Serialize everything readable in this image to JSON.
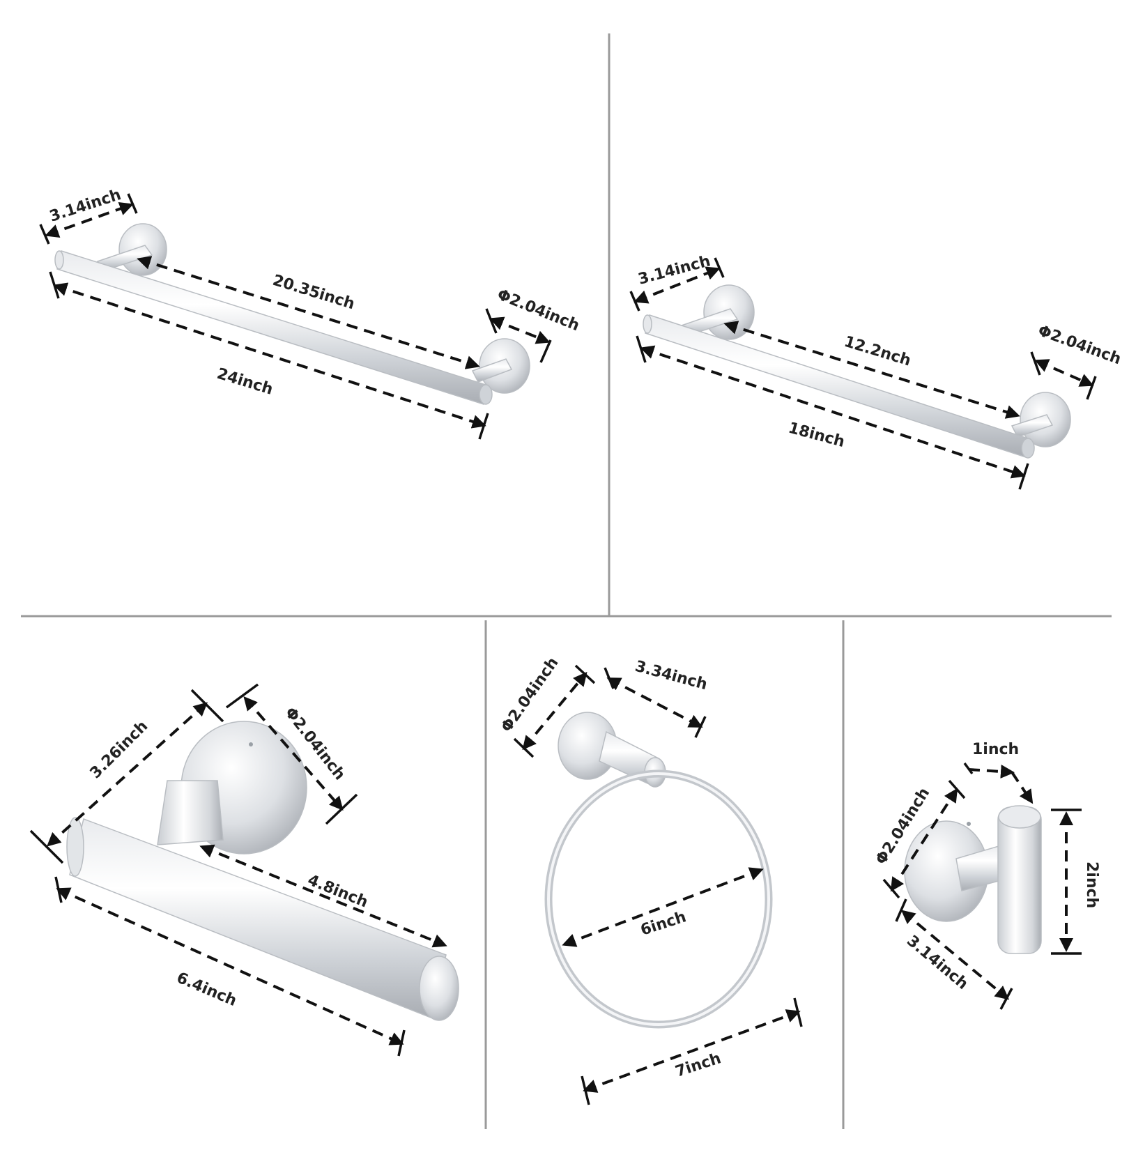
{
  "panels": {
    "towel_bar_24": {
      "labels": {
        "mount_offset": "3.14inch",
        "inner_length": "20.35inch",
        "base_diameter": "Φ2.04inch",
        "total_length": "24inch"
      }
    },
    "towel_bar_18": {
      "labels": {
        "mount_offset": "3.14inch",
        "inner_length": "12.2nch",
        "base_diameter": "Φ2.04inch",
        "total_length": "18inch"
      }
    },
    "paper_holder": {
      "labels": {
        "depth": "3.26inch",
        "base_diameter": "Φ2.04inch",
        "bar_length": "4.8inch",
        "total_length": "6.4inch"
      }
    },
    "towel_ring": {
      "labels": {
        "base_diameter": "Φ2.04inch",
        "arm_length": "3.34inch",
        "inner_diameter": "6inch",
        "outer_width": "7inch"
      }
    },
    "robe_hook": {
      "labels": {
        "hook_width": "1inch",
        "base_diameter": "Φ2.04inch",
        "height": "2inch",
        "depth": "3.14inch"
      }
    }
  },
  "colors": {
    "metal_light": "#f3f4f6",
    "metal_mid": "#d7dade",
    "metal_dark": "#a9adb3",
    "ink": "#111111",
    "divider": "#9a9a9a"
  }
}
